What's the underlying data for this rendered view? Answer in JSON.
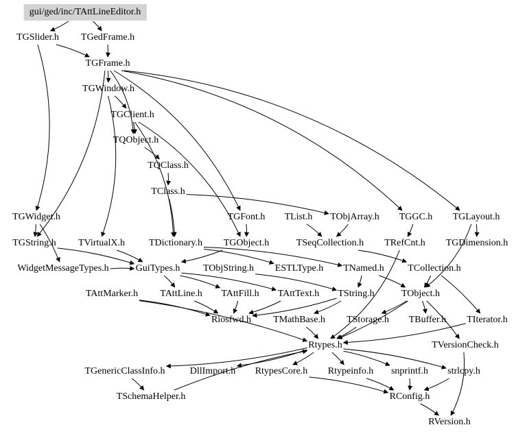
{
  "diagram": {
    "type": "include-dependency-graph",
    "root": "gui/ged/inc/TAttLineEditor.h",
    "colors": {
      "root_fill": "#d3d3d3",
      "edge": "#000000",
      "text": "#000000",
      "background": "#ffffff"
    },
    "nodes": [
      {
        "id": "root",
        "label": "gui/ged/inc/TAttLineEditor.h"
      },
      {
        "id": "TGSlider",
        "label": "TGSlider.h"
      },
      {
        "id": "TGedFrame",
        "label": "TGedFrame.h"
      },
      {
        "id": "TGFrame",
        "label": "TGFrame.h"
      },
      {
        "id": "TGWindow",
        "label": "TGWindow.h"
      },
      {
        "id": "TGClient",
        "label": "TGClient.h"
      },
      {
        "id": "TQObject",
        "label": "TQObject.h"
      },
      {
        "id": "TQClass",
        "label": "TQClass.h"
      },
      {
        "id": "TClass",
        "label": "TClass.h"
      },
      {
        "id": "TGWidget",
        "label": "TGWidget.h"
      },
      {
        "id": "TGFont",
        "label": "TGFont.h"
      },
      {
        "id": "TList",
        "label": "TList.h"
      },
      {
        "id": "TObjArray",
        "label": "TObjArray.h"
      },
      {
        "id": "TGGC",
        "label": "TGGC.h"
      },
      {
        "id": "TGLayout",
        "label": "TGLayout.h"
      },
      {
        "id": "TGString",
        "label": "TGString.h"
      },
      {
        "id": "TVirtualX",
        "label": "TVirtualX.h"
      },
      {
        "id": "TDictionary",
        "label": "TDictionary.h"
      },
      {
        "id": "TGObject",
        "label": "TGObject.h"
      },
      {
        "id": "TSeqCollection",
        "label": "TSeqCollection.h"
      },
      {
        "id": "TRefCnt",
        "label": "TRefCnt.h"
      },
      {
        "id": "TGDimension",
        "label": "TGDimension.h"
      },
      {
        "id": "WidgetMessageTypes",
        "label": "WidgetMessageTypes.h"
      },
      {
        "id": "GuiTypes",
        "label": "GuiTypes.h"
      },
      {
        "id": "TObjString",
        "label": "TObjString.h"
      },
      {
        "id": "ESTLType",
        "label": "ESTLType.h"
      },
      {
        "id": "TNamed",
        "label": "TNamed.h"
      },
      {
        "id": "TCollection",
        "label": "TCollection.h"
      },
      {
        "id": "TAttMarker",
        "label": "TAttMarker.h"
      },
      {
        "id": "TAttLine",
        "label": "TAttLine.h"
      },
      {
        "id": "TAttFill",
        "label": "TAttFill.h"
      },
      {
        "id": "TAttText",
        "label": "TAttText.h"
      },
      {
        "id": "TString",
        "label": "TString.h"
      },
      {
        "id": "TObject",
        "label": "TObject.h"
      },
      {
        "id": "Riosfwd",
        "label": "Riosfwd.h"
      },
      {
        "id": "TMathBase",
        "label": "TMathBase.h"
      },
      {
        "id": "TStorage",
        "label": "TStorage.h"
      },
      {
        "id": "TBuffer",
        "label": "TBuffer.h"
      },
      {
        "id": "TIterator",
        "label": "TIterator.h"
      },
      {
        "id": "Rtypes",
        "label": "Rtypes.h"
      },
      {
        "id": "TVersionCheck",
        "label": "TVersionCheck.h"
      },
      {
        "id": "TGenericClassInfo",
        "label": "TGenericClassInfo.h"
      },
      {
        "id": "DllImport",
        "label": "DllImport.h"
      },
      {
        "id": "RtypesCore",
        "label": "RtypesCore.h"
      },
      {
        "id": "Rtypeinfo",
        "label": "Rtypeinfo.h"
      },
      {
        "id": "snprintf",
        "label": "snprintf.h"
      },
      {
        "id": "strlcpy",
        "label": "strlcpy.h"
      },
      {
        "id": "TSchemaHelper",
        "label": "TSchemaHelper.h"
      },
      {
        "id": "RConfig",
        "label": "RConfig.h"
      },
      {
        "id": "RVersion",
        "label": "RVersion.h"
      }
    ],
    "edges": [
      [
        "root",
        "TGSlider"
      ],
      [
        "root",
        "TGedFrame"
      ],
      [
        "TGSlider",
        "TGFrame"
      ],
      [
        "TGSlider",
        "TGWidget"
      ],
      [
        "TGedFrame",
        "TGFrame"
      ],
      [
        "TGFrame",
        "TGWindow"
      ],
      [
        "TGFrame",
        "TQObject"
      ],
      [
        "TGFrame",
        "TGFont"
      ],
      [
        "TGFrame",
        "TGGC"
      ],
      [
        "TGFrame",
        "TGLayout"
      ],
      [
        "TGFrame",
        "TGString"
      ],
      [
        "TGWindow",
        "TGClient"
      ],
      [
        "TGWindow",
        "TVirtualX"
      ],
      [
        "TGClient",
        "TQObject"
      ],
      [
        "TGClient",
        "TGObject"
      ],
      [
        "TGClient",
        "TDictionary"
      ],
      [
        "TQObject",
        "TQClass"
      ],
      [
        "TQClass",
        "TClass"
      ],
      [
        "TClass",
        "TObjArray"
      ],
      [
        "TClass",
        "TDictionary"
      ],
      [
        "TGWidget",
        "TGString"
      ],
      [
        "TGWidget",
        "WidgetMessageTypes"
      ],
      [
        "TGFont",
        "TGObject"
      ],
      [
        "TList",
        "TSeqCollection"
      ],
      [
        "TObjArray",
        "TSeqCollection"
      ],
      [
        "TGGC",
        "TRefCnt"
      ],
      [
        "TGLayout",
        "TGDimension"
      ],
      [
        "TGLayout",
        "TObject"
      ],
      [
        "TGString",
        "GuiTypes"
      ],
      [
        "TVirtualX",
        "GuiTypes"
      ],
      [
        "TDictionary",
        "TNamed"
      ],
      [
        "TDictionary",
        "ESTLType"
      ],
      [
        "TGObject",
        "GuiTypes"
      ],
      [
        "TSeqCollection",
        "TCollection"
      ],
      [
        "TRefCnt",
        "Rtypes"
      ],
      [
        "WidgetMessageTypes",
        "GuiTypes"
      ],
      [
        "GuiTypes",
        "TAttLine"
      ],
      [
        "GuiTypes",
        "TAttFill"
      ],
      [
        "GuiTypes",
        "TAttText"
      ],
      [
        "TObjString",
        "TString"
      ],
      [
        "TNamed",
        "TString"
      ],
      [
        "TNamed",
        "TObject"
      ],
      [
        "TCollection",
        "TObject"
      ],
      [
        "TCollection",
        "TIterator"
      ],
      [
        "TAttMarker",
        "Riosfwd"
      ],
      [
        "TAttMarker",
        "Rtypes"
      ],
      [
        "TAttLine",
        "Riosfwd"
      ],
      [
        "TAttFill",
        "Riosfwd"
      ],
      [
        "TAttText",
        "Riosfwd"
      ],
      [
        "TString",
        "TMathBase"
      ],
      [
        "TString",
        "Riosfwd"
      ],
      [
        "TObject",
        "TStorage"
      ],
      [
        "TObject",
        "TBuffer"
      ],
      [
        "TObject",
        "TVersionCheck"
      ],
      [
        "TObject",
        "Rtypes"
      ],
      [
        "TMathBase",
        "Rtypes"
      ],
      [
        "TStorage",
        "Rtypes"
      ],
      [
        "TIterator",
        "Rtypes"
      ],
      [
        "Rtypes",
        "TGenericClassInfo"
      ],
      [
        "Rtypes",
        "DllImport"
      ],
      [
        "Rtypes",
        "RtypesCore"
      ],
      [
        "Rtypes",
        "Rtypeinfo"
      ],
      [
        "Rtypes",
        "snprintf"
      ],
      [
        "Rtypes",
        "strlcpy"
      ],
      [
        "TGenericClassInfo",
        "TSchemaHelper"
      ],
      [
        "TSchemaHelper",
        "Rtypes"
      ],
      [
        "RtypesCore",
        "RConfig"
      ],
      [
        "Rtypeinfo",
        "RConfig"
      ],
      [
        "snprintf",
        "RConfig"
      ],
      [
        "strlcpy",
        "RConfig"
      ],
      [
        "RConfig",
        "RVersion"
      ],
      [
        "TVersionCheck",
        "RVersion"
      ]
    ]
  }
}
